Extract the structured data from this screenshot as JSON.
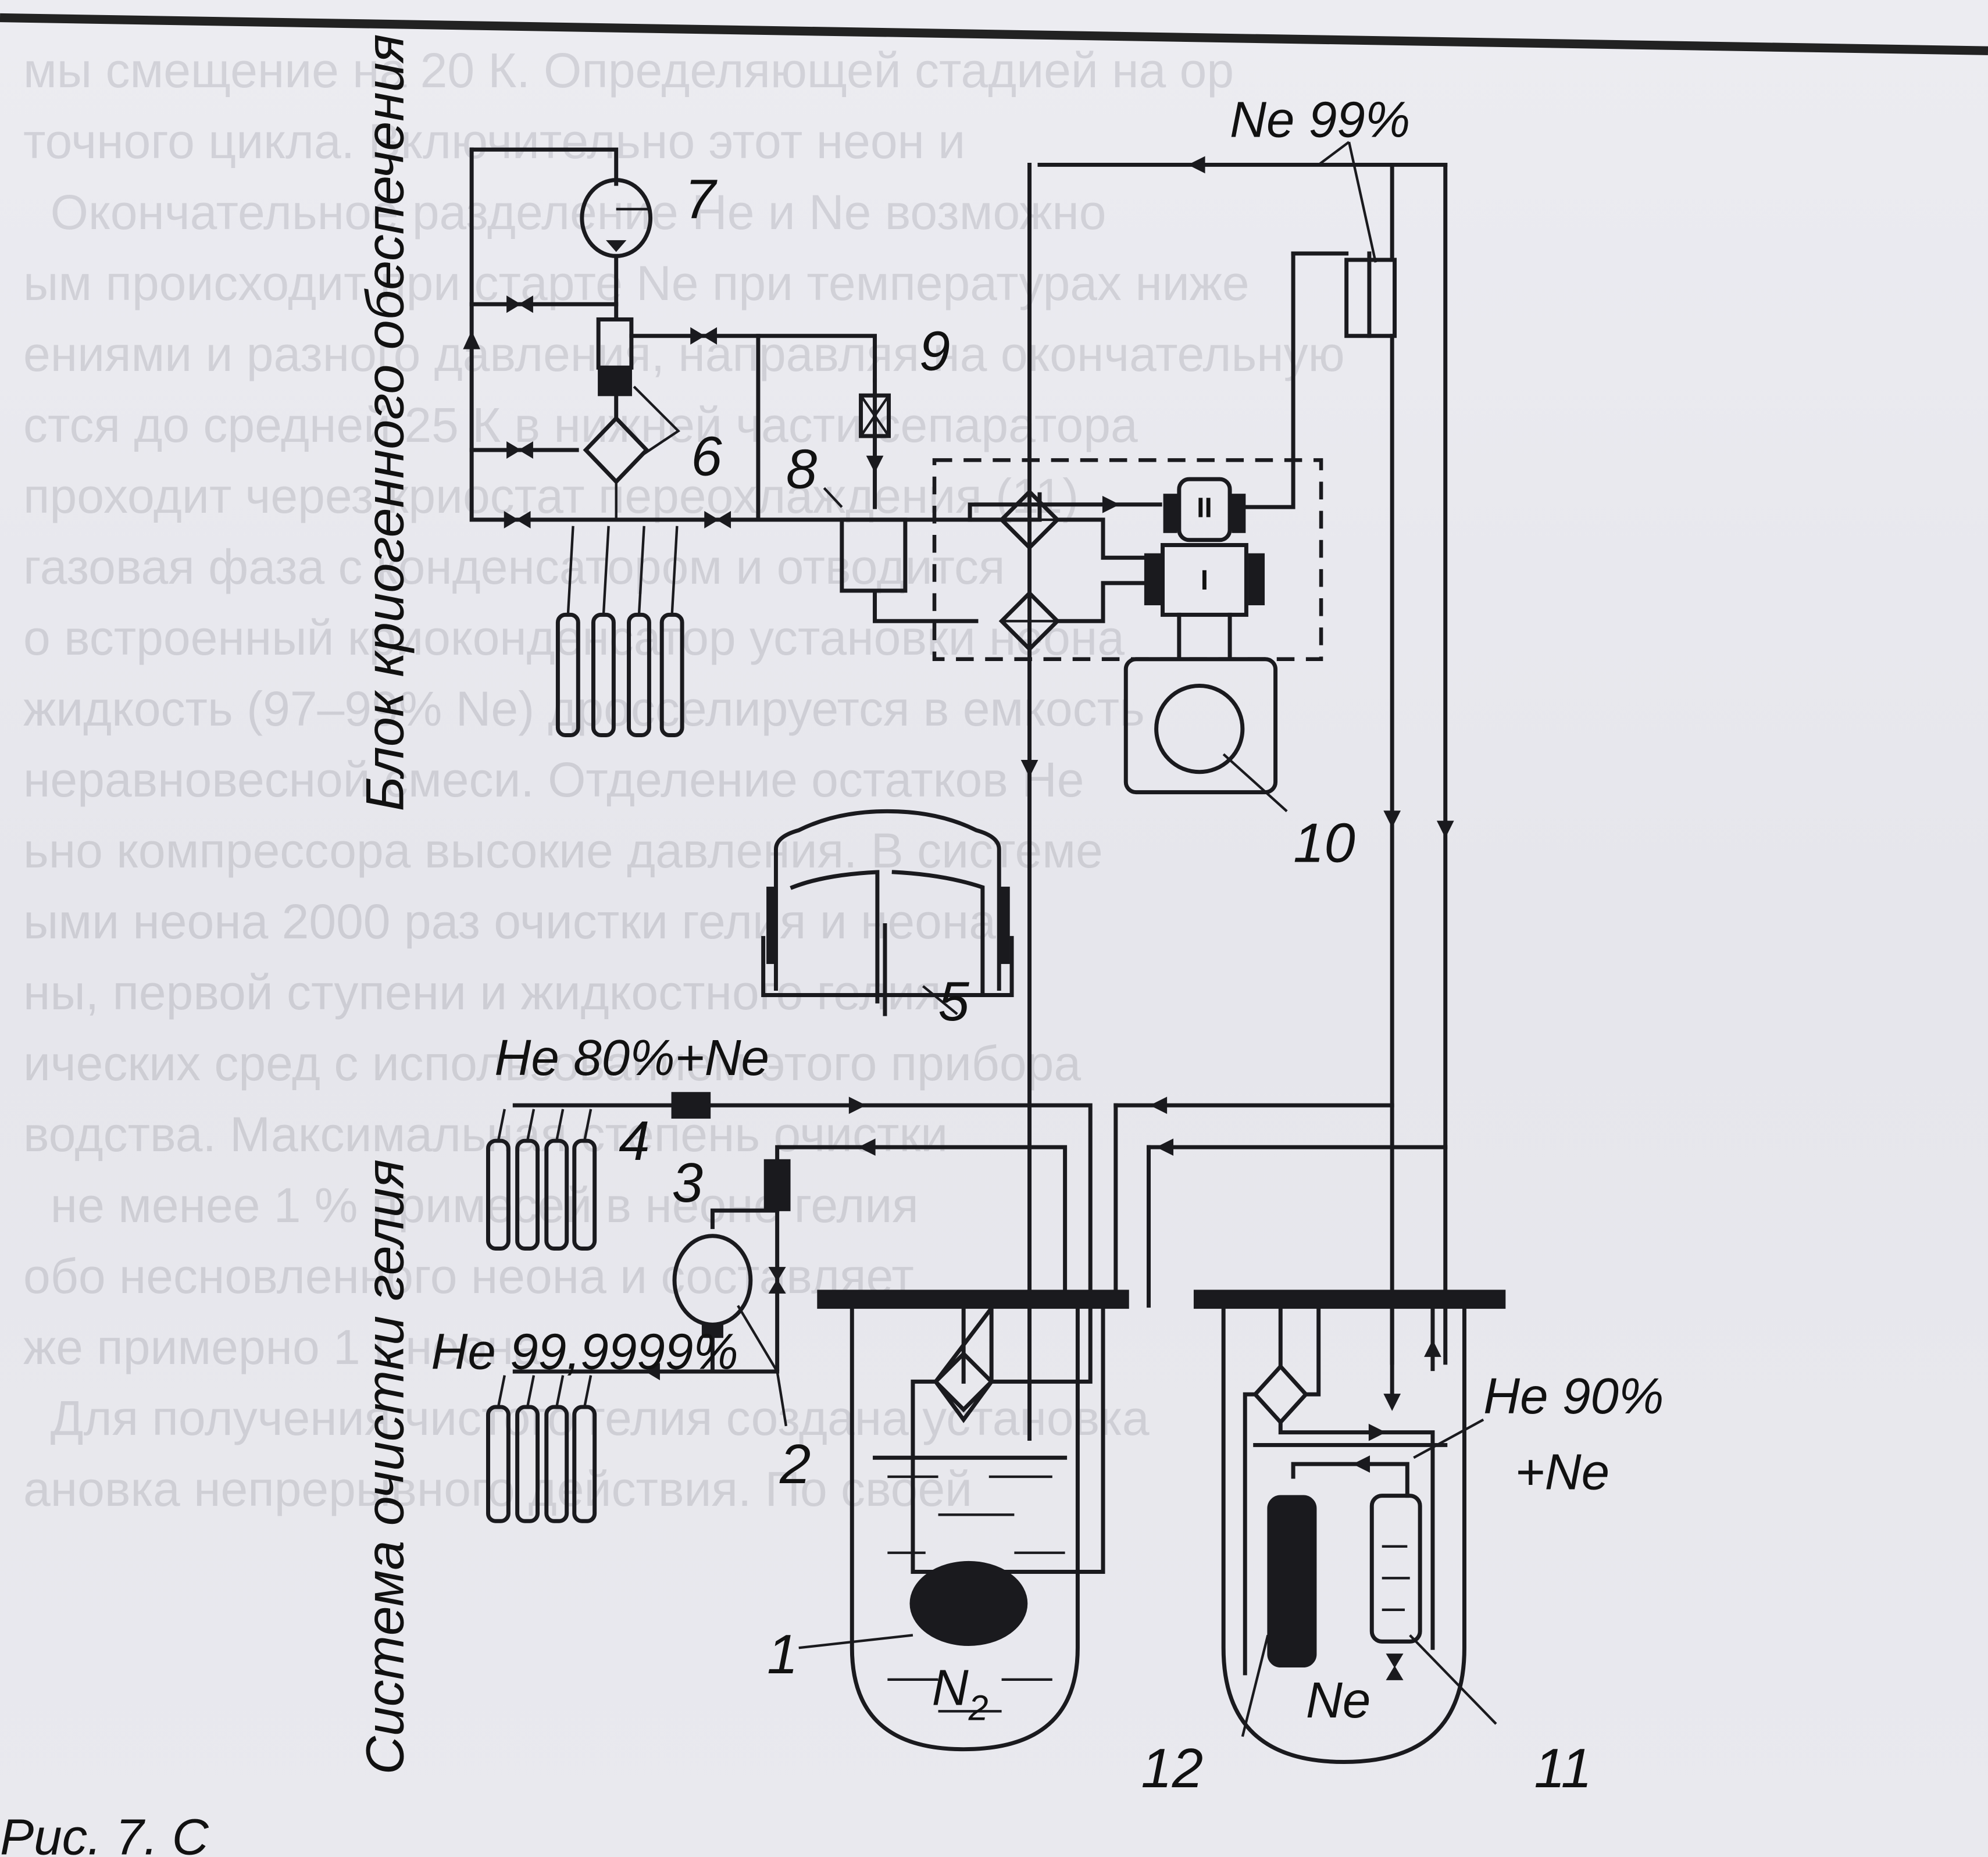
{
  "figure": {
    "blocks": {
      "cryogenic_block": "Блок криогенного обеспечения",
      "helium_purification": "Система очистки гелия"
    },
    "gas_labels": {
      "ne_99": "Ne 99%",
      "he80_ne": "He 80%+Ne",
      "he_99_9999": "He 99,9999%",
      "he90": "He 90%",
      "plus_ne": "+Ne",
      "n2": "N",
      "n2_sub": "2",
      "ne": "Ne"
    },
    "cryocooler_stages": {
      "stage1": "I",
      "stage2": "II"
    },
    "component_numbers": [
      "1",
      "2",
      "3",
      "4",
      "5",
      "6",
      "7",
      "8",
      "9",
      "10",
      "11",
      "12"
    ],
    "caption_fragment": "Рис. 7. С"
  },
  "background_text": [
    "мы смещение на 20 К. Определяющей стадией на ор",
    "точного цикла. Включительно этот неон и",
    "  Окончательное разделение He и Ne возможно",
    "ым происходит при старте Ne при температурах ниже",
    "ениями и разного давления, направляя на окончательную",
    "стся до средней 25 К в нижней части сепаратора",
    "проходит через криостат переохлаждения (11)",
    "газовая фаза с конденсатором и отводится",
    "о встроенный криоконденсатор установки неона",
    "жидкость (97–99% Ne) дросселируется в емкость",
    "неравновесной смеси. Отделение остатков He",
    "ьно компрессора высокие давления. В системе",
    "ыми неона 2000 раз очистки гелия и неона",
    "ны, первой ступени и жидкостного гелия",
    "ических сред с использованием этого прибора",
    "водства. Максимальная степень очистки",
    "  не менее 1 % примесей в неоне гелия",
    "обо несновленного неона и составляет",
    "же примерно 1 г неона",
    "  Для получения чистого гелия создана установка",
    "ановка непрерывного действия. По своей"
  ]
}
